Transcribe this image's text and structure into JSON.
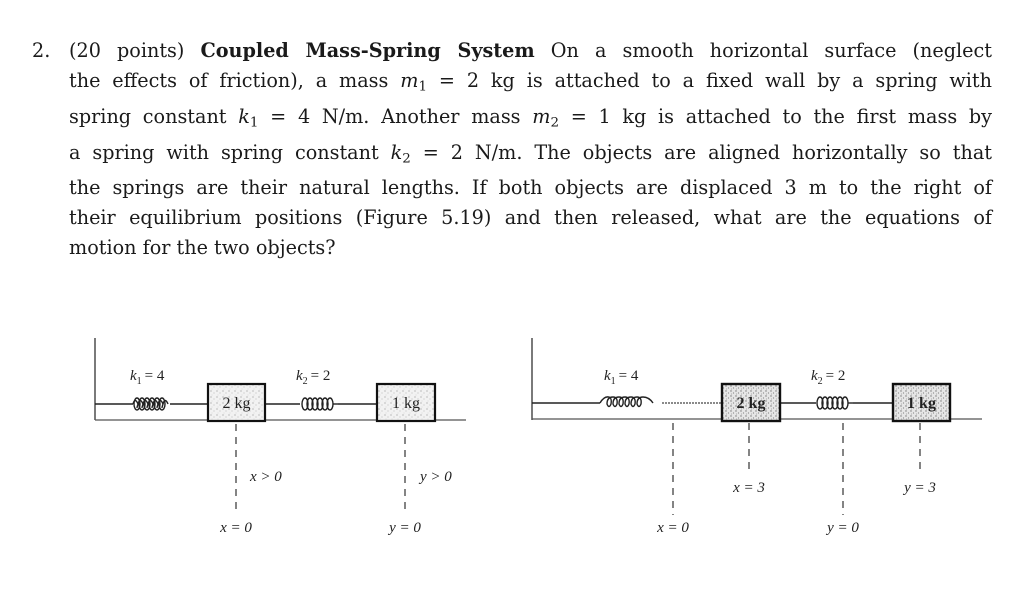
{
  "problem": {
    "number": "2.",
    "points": "(20 points)",
    "title": "Coupled Mass-Spring System",
    "lines": [
      [
        "On a smooth horizontal surface (neglect"
      ],
      [
        "the effects of friction), a mass ",
        "m",
        "1",
        " = 2 kg is attached to a fixed wall by a spring with"
      ],
      [
        "spring constant ",
        "k",
        "1",
        " = 4 N/m. Another mass ",
        "m",
        "2",
        " = 1 kg is attached to the first mass by"
      ],
      [
        "a spring with spring constant ",
        "k",
        "2",
        " = 2 N/m. The objects are aligned horizontally so that"
      ],
      [
        "the springs are their natural lengths. If both objects are displaced 3 m to the right of"
      ],
      [
        "their equilibrium positions (Figure 5.19) and then released, what are the equations of"
      ],
      [
        "motion for the two objects?"
      ]
    ],
    "text": {
      "l1": "On a smooth horizontal surface (neglect",
      "l2a": "the effects of friction), a mass ",
      "l2b": " = 2 kg is attached to a fixed wall by a spring with",
      "l3a": "spring constant ",
      "l3b": " = 4 N/m. Another mass ",
      "l3c": " = 1 kg is attached to the first mass by",
      "l4a": "a spring with spring constant ",
      "l4b": " = 2 N/m. The objects are aligned horizontally so that",
      "l5": "the springs are their natural lengths. If both objects are displaced 3 m to the right of",
      "l6": "their equilibrium positions (Figure 5.19) and then released, what are the equations of",
      "l7": "motion for the two objects?",
      "m": "m",
      "k": "k",
      "sub1": "1",
      "sub2": "2"
    },
    "given": {
      "m1": "2 kg",
      "m2": "1 kg",
      "k1": "4 N/m",
      "k2": "2 N/m",
      "displacement": "3 m"
    }
  },
  "figure_left": {
    "k1_label": "k",
    "k1_sub": "1",
    "k1_value": "= 4",
    "k2_label": "k",
    "k2_sub": "2",
    "k2_value": "= 2",
    "mass1_label": "2 kg",
    "mass2_label": "1 kg",
    "x_positive": "x > 0",
    "y_positive": "y > 0",
    "x_zero": "x = 0",
    "y_zero": "y = 0"
  },
  "figure_right": {
    "k1_label": "k",
    "k1_sub": "1",
    "k1_value": "= 4",
    "k2_label": "k",
    "k2_sub": "2",
    "k2_value": "= 2",
    "mass1_label": "2 kg",
    "mass2_label": "1 kg",
    "x_three": "x = 3",
    "y_three": "y = 3",
    "x_zero": "x = 0",
    "y_zero": "y = 0"
  }
}
